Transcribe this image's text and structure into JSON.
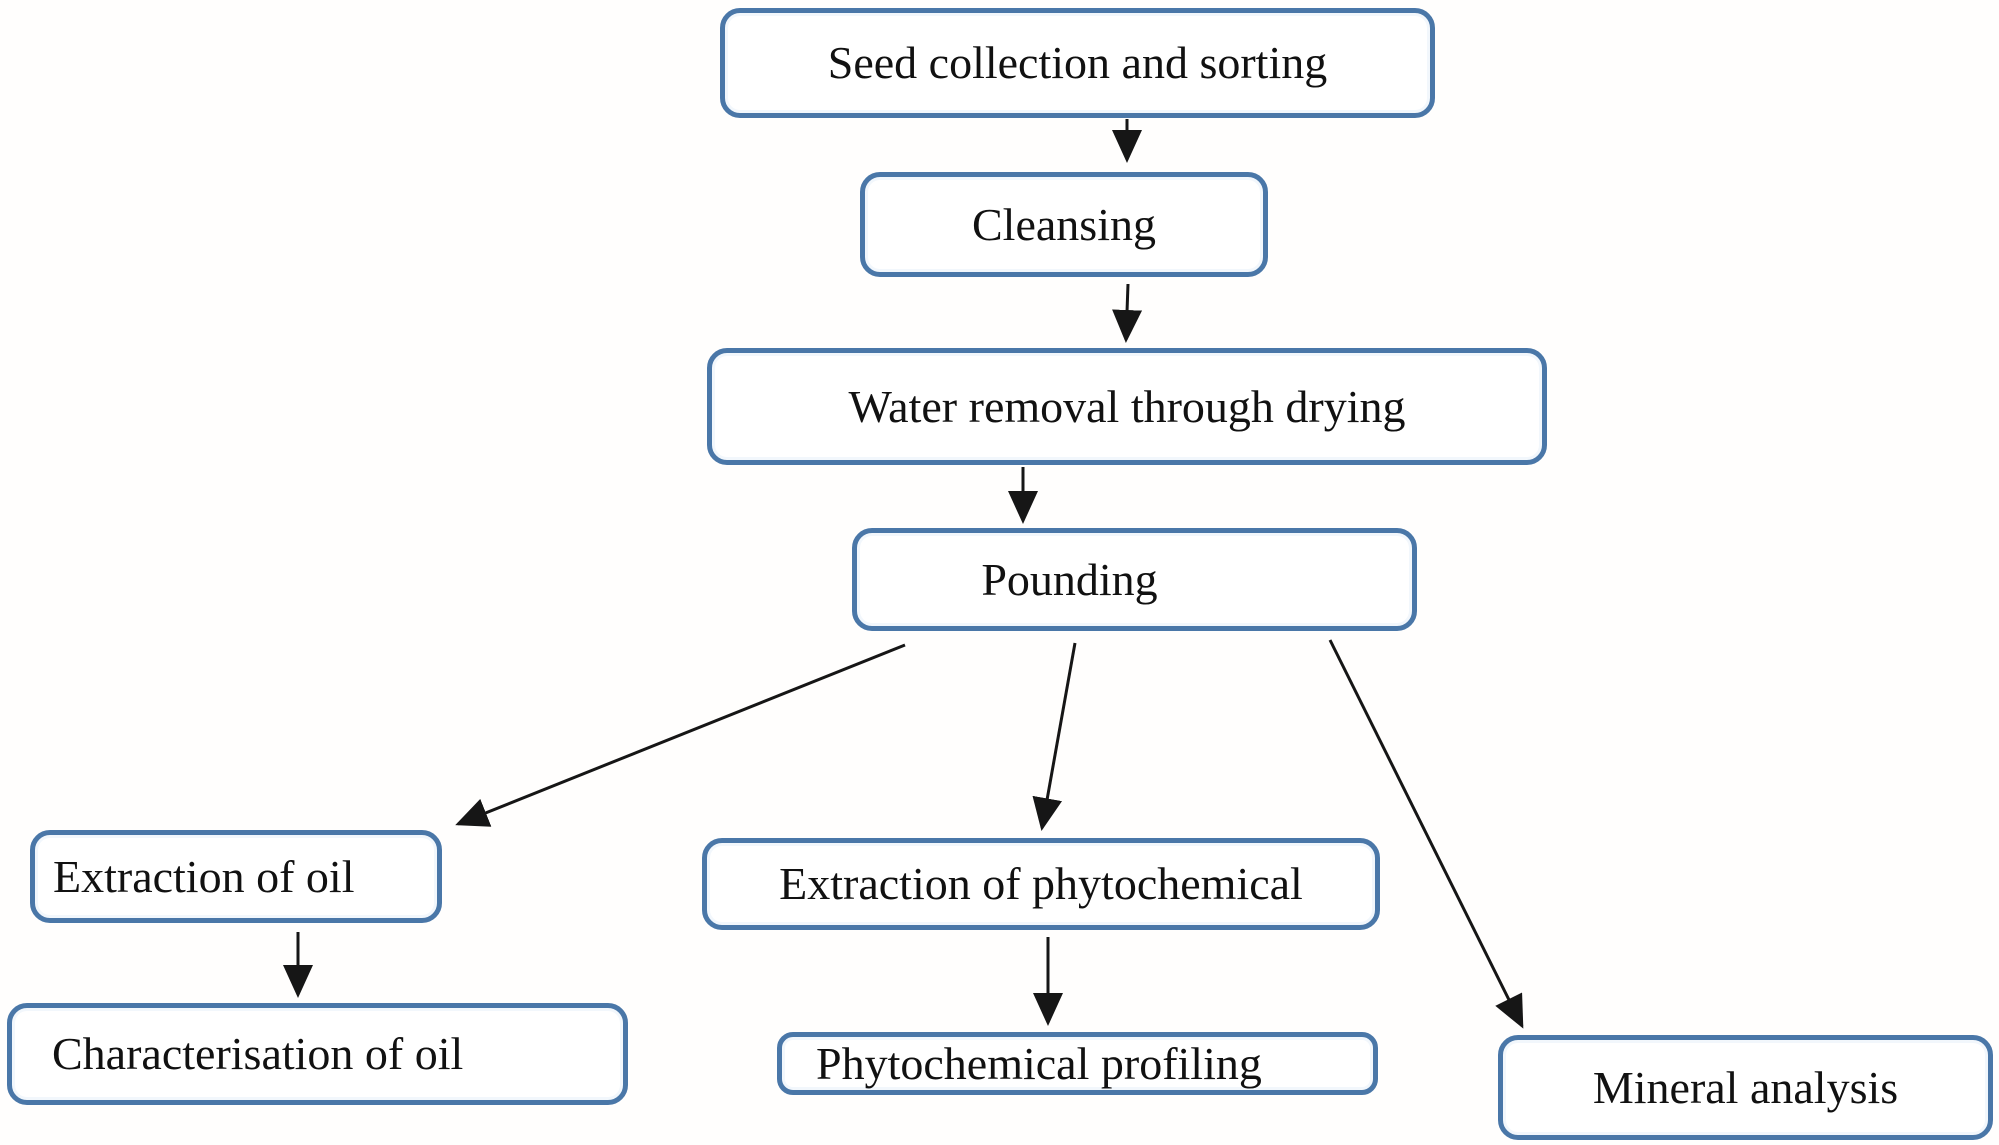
{
  "diagram": {
    "type": "flowchart",
    "nodes": {
      "seed": {
        "label": "Seed collection and sorting"
      },
      "cleansing": {
        "label": "Cleansing"
      },
      "water": {
        "label": "Water removal through drying"
      },
      "pounding": {
        "label": "Pounding"
      },
      "extraction_oil": {
        "label": "Extraction of oil"
      },
      "characterisation_oil": {
        "label": "Characterisation of oil"
      },
      "extraction_phytochemical": {
        "label": "Extraction of phytochemical"
      },
      "phytochemical_profiling": {
        "label": "Phytochemical profiling"
      },
      "mineral_analysis": {
        "label": "Mineral analysis"
      }
    },
    "edges": [
      {
        "from": "seed",
        "to": "cleansing"
      },
      {
        "from": "cleansing",
        "to": "water"
      },
      {
        "from": "water",
        "to": "pounding"
      },
      {
        "from": "pounding",
        "to": "extraction_oil"
      },
      {
        "from": "pounding",
        "to": "extraction_phytochemical"
      },
      {
        "from": "pounding",
        "to": "mineral_analysis"
      },
      {
        "from": "extraction_oil",
        "to": "characterisation_oil"
      },
      {
        "from": "extraction_phytochemical",
        "to": "phytochemical_profiling"
      }
    ],
    "colors": {
      "box_border": "#4a77a8",
      "box_fill": "#ffffff",
      "arrow": "#161616",
      "text": "#111111",
      "background": "#ffffff"
    }
  }
}
